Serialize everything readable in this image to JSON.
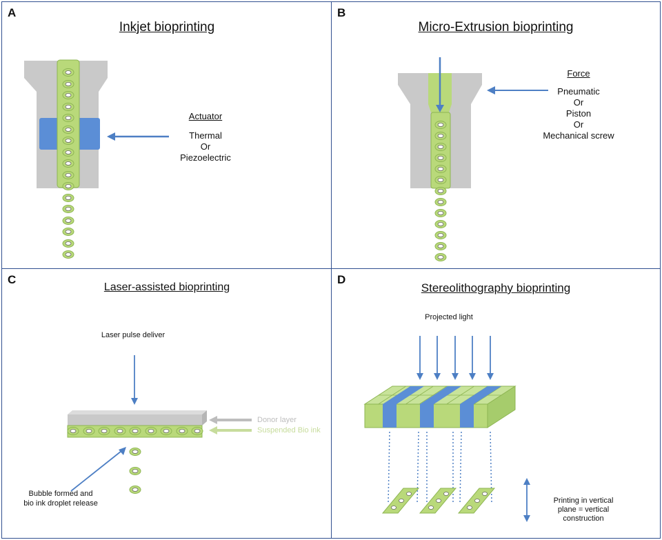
{
  "panels": {
    "a": {
      "label": "A",
      "title": "Inkjet bioprinting",
      "actuator": {
        "heading": "Actuator",
        "line1": "Thermal",
        "line2": "Or",
        "line3": "Piezoelectric"
      }
    },
    "b": {
      "label": "B",
      "title": "Micro-Extrusion bioprinting",
      "force": {
        "heading": "Force",
        "line1": "Pneumatic",
        "line2": "Or",
        "line3": "Piston",
        "line4": "Or",
        "line5": "Mechanical screw"
      }
    },
    "c": {
      "label": "C",
      "title": "Laser-assisted bioprinting",
      "laser": "Laser pulse deliver",
      "donor": "Donor layer",
      "suspended": "Suspended Bio ink",
      "bubble_line1": "Bubble formed and",
      "bubble_line2": "bio ink droplet release"
    },
    "d": {
      "label": "D",
      "title": "Stereolithography bioprinting",
      "light": "Projected light",
      "vertical_line1": "Printing in vertical",
      "vertical_line2": "plane = vertical",
      "vertical_line3": "construction"
    }
  },
  "colors": {
    "border": "#2f4f8f",
    "green": "#b9d97a",
    "green_dark": "#8db552",
    "gray": "#c9c9c9",
    "blue": "#5b8ed6",
    "arrow": "#4d7fc4",
    "legend_gray": "#bdbdbd",
    "legend_green": "#c7dc9c"
  }
}
